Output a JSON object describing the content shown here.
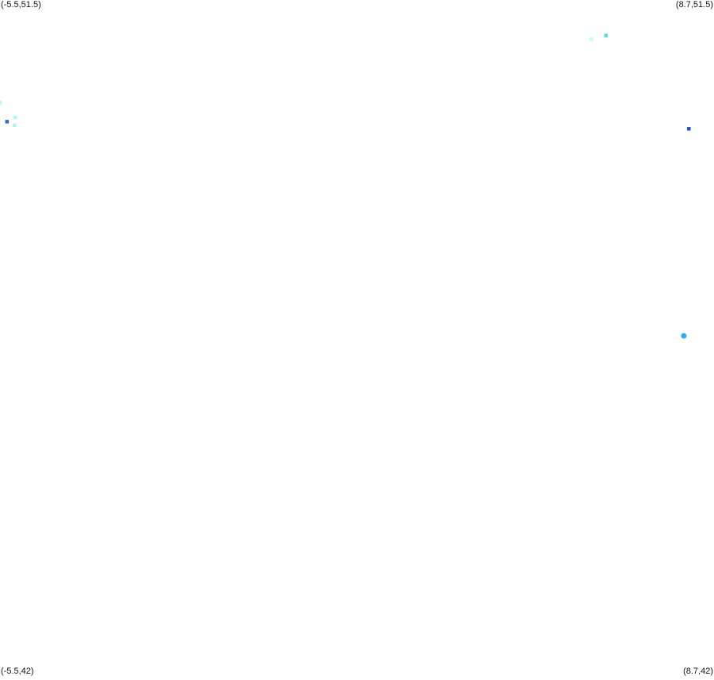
{
  "corners": {
    "top_left": "(-5.5,51.5)",
    "top_right": "(8.7,51.5)",
    "bottom_left": "(-5.5,42)",
    "bottom_right": "(8.7,42)"
  },
  "bounds": {
    "lon_min": -5.5,
    "lon_max": 8.7,
    "lat_min": 42,
    "lat_max": 51.5
  },
  "points": [
    {
      "lon": -5.5,
      "lat": 50.06,
      "color": "#aef6fb",
      "marker": "square"
    },
    {
      "lon": -5.36,
      "lat": 49.79,
      "color": "#1e6ee6",
      "marker": "square"
    },
    {
      "lon": -5.2,
      "lat": 49.85,
      "color": "#aef6fb",
      "marker": "square"
    },
    {
      "lon": -5.21,
      "lat": 49.74,
      "color": "#aef6fb",
      "marker": "square"
    },
    {
      "lon": 6.26,
      "lat": 50.95,
      "color": "#c8fafd",
      "marker": "square"
    },
    {
      "lon": 6.55,
      "lat": 51.0,
      "color": "#4ee0f0",
      "marker": "square"
    },
    {
      "lon": 8.1,
      "lat": 46.78,
      "color": "#29aef6",
      "marker": "circle"
    },
    {
      "lon": 8.2,
      "lat": 49.69,
      "color": "#1650e0",
      "marker": "square"
    }
  ]
}
